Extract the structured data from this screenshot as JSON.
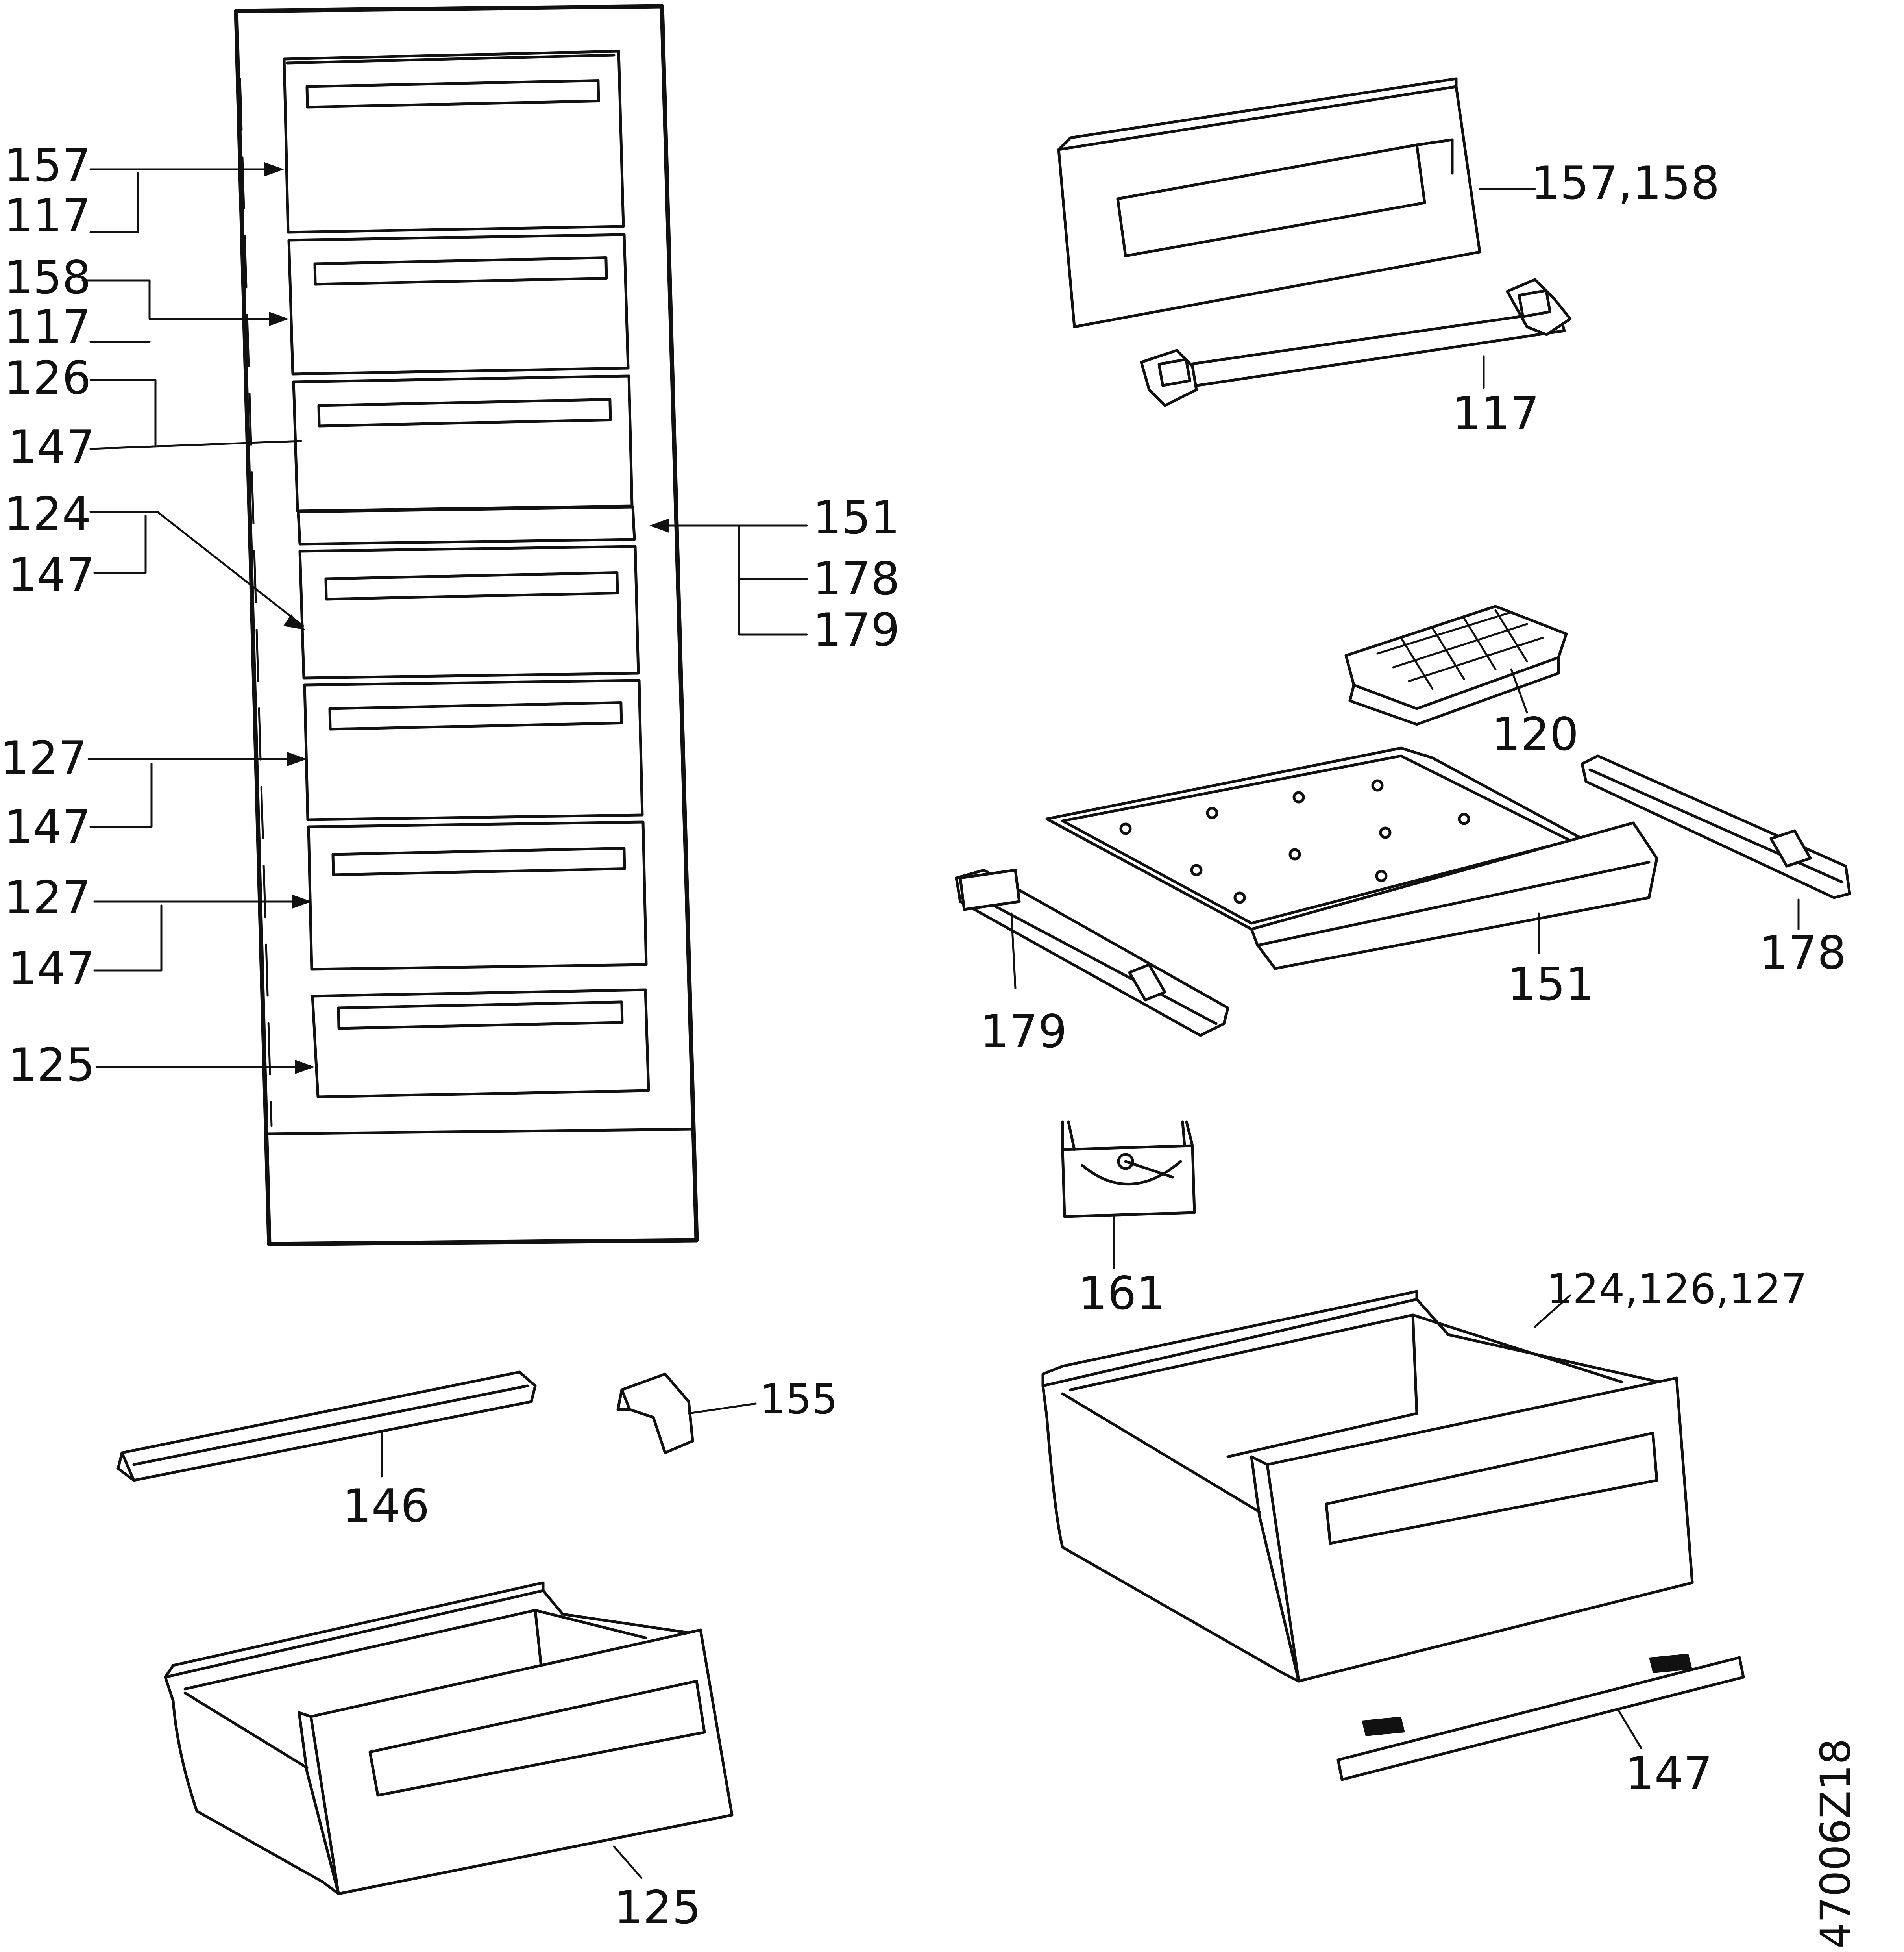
{
  "labels": {
    "l157": "157",
    "l117a": "117",
    "l158": "158",
    "l117b": "117",
    "l126": "126",
    "l147a": "147",
    "l124": "124",
    "l147b": "147",
    "l127a": "127",
    "l147c": "147",
    "l127b": "127",
    "l147d": "147",
    "l125a": "125",
    "l151a": "151",
    "l178a": "178",
    "l179a": "179",
    "l157_158": "157,158",
    "l117c": "117",
    "l120": "120",
    "l151b": "151",
    "l178b": "178",
    "l179b": "179",
    "l161": "161",
    "l124_126_127": "124,126,127",
    "l155": "155",
    "l146": "146",
    "l147e": "147",
    "l125b": "125",
    "code": "47006Z18"
  }
}
